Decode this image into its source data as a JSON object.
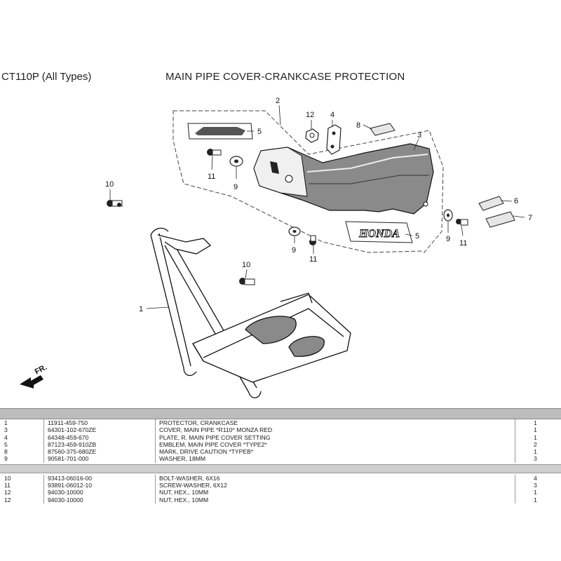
{
  "header": {
    "model": "CT110P (All Types)",
    "title": "MAIN PIPE COVER-CRANKCASE PROTECTION"
  },
  "diagram": {
    "direction_label": "FR.",
    "emblem_text": "HONDA",
    "callouts": {
      "c1": "1",
      "c2": "2",
      "c3": "3",
      "c4": "4",
      "c5a": "5",
      "c5b": "5",
      "c6": "6",
      "c7": "7",
      "c8": "8",
      "c9a": "9",
      "c9b": "9",
      "c9c": "9",
      "c10a": "10",
      "c10b": "10",
      "c11a": "11",
      "c11b": "11",
      "c11c": "11",
      "c12": "12"
    }
  },
  "parts": {
    "group1": [
      {
        "ref": "1",
        "part_no": "11911-459-750",
        "desc": "PROTECTOR, CRANKCASE",
        "qty": "1"
      },
      {
        "ref": "3",
        "part_no": "64301-102-670ZE",
        "desc": "COVER, MAIN PIPE *R110* MONZA RED",
        "qty": "1"
      },
      {
        "ref": "4",
        "part_no": "64348-459-670",
        "desc": "PLATE, R. MAIN PIPE COVER SETTING",
        "qty": "1"
      },
      {
        "ref": "5",
        "part_no": "87123-459-910ZB",
        "desc": "EMBLEM, MAIN PIPE COVER *TYPE2*",
        "qty": "2"
      },
      {
        "ref": "8",
        "part_no": "87560-375-680ZE",
        "desc": "MARK, DRIVE CAUTION *TYPEB*",
        "qty": "1"
      },
      {
        "ref": "9",
        "part_no": "90581-701-000",
        "desc": "WASHER, 18MM",
        "qty": "3"
      }
    ],
    "group2": [
      {
        "ref": "10",
        "part_no": "93413-06016-00",
        "desc": "BOLT-WASHER, 6X16",
        "qty": "4"
      },
      {
        "ref": "11",
        "part_no": "93891-06012-10",
        "desc": "SCREW-WASHER, 6X12",
        "qty": "3"
      },
      {
        "ref": "12",
        "part_no": "94030-10000",
        "desc": "NUT, HEX., 10MM",
        "qty": "1"
      },
      {
        "ref": "12",
        "part_no": "94030-10000",
        "desc": "NUT, HEX., 10MM",
        "qty": "1"
      }
    ]
  }
}
